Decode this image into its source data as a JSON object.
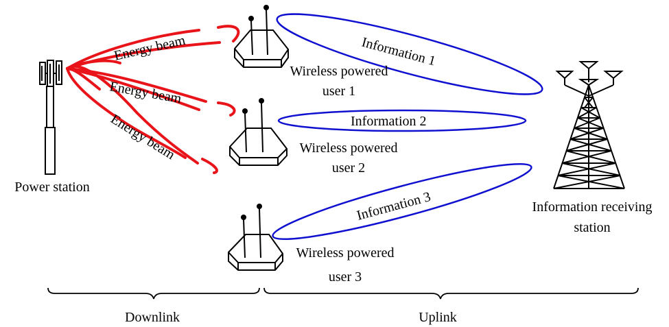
{
  "labels": {
    "power_station": "Power station",
    "user1_line1": "Wireless powered",
    "user1_line2": "user 1",
    "user2_line1": "Wireless powered",
    "user2_line2": "user 2",
    "user3_line1": "Wireless powered",
    "user3_line2": "user 3",
    "receiver_line1": "Information receiving",
    "receiver_line2": "station",
    "downlink": "Downlink",
    "uplink": "Uplink"
  },
  "energy_beams": [
    "Energy beam",
    "Energy beam",
    "Energy beam"
  ],
  "information_links": [
    "Information 1",
    "Information 2",
    "Information 3"
  ],
  "colors": {
    "energy_beam": "#e8141a",
    "information_link": "#1010d0",
    "line": "#000000"
  }
}
